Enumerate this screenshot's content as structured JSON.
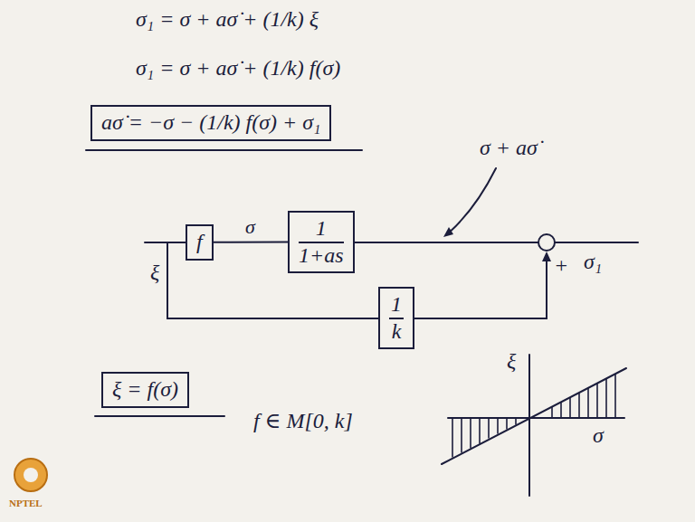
{
  "diagram": {
    "nodes": [
      {
        "text": [
          "aσ̇ = −σ − (1/k) f(σ) + σ₁"
        ]
      },
      {
        "text": [
          "f"
        ]
      },
      {
        "text": [
          "1",
          "1+as"
        ]
      },
      {
        "text": [
          "1",
          "k"
        ]
      },
      {
        "text": [
          "ξ = f(σ)"
        ]
      }
    ],
    "edges": [
      {
        "from": 1,
        "to": 2,
        "arrow": "none",
        "label": "σ"
      }
    ],
    "labels": [
      "σ₁ = σ + aσ̇ + (1/k) ξ",
      "σ₁ = σ + aσ̇ + (1/k) f(σ)",
      "σ + aσ̇",
      "+",
      "σ₁",
      "ξ",
      "f ∈ M[0, k]",
      "ξ",
      "σ",
      "NPTEL"
    ]
  }
}
